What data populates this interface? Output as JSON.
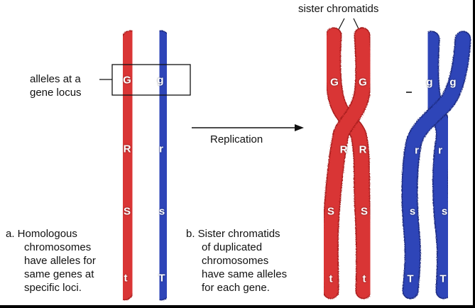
{
  "texts": {
    "sister_chromatids": "sister chromatids",
    "alleles_line1": "alleles at a",
    "alleles_line2": "gene locus",
    "replication": "Replication",
    "caption_a": [
      "a. Homologous",
      "chromosomes",
      "have alleles for",
      "same genes at",
      "specific loci."
    ],
    "caption_b": [
      "b. Sister chromatids",
      "of duplicated",
      "chromosomes",
      "have same alleles",
      "for each gene."
    ]
  },
  "alleles": {
    "red": [
      "G",
      "R",
      "S",
      "t"
    ],
    "blue": [
      "g",
      "r",
      "s",
      "T"
    ]
  },
  "colors": {
    "red": "#d93535",
    "red_dark": "#a81e1e",
    "blue": "#2f45b8",
    "blue_dark": "#1c2a80",
    "ink": "#111111"
  }
}
